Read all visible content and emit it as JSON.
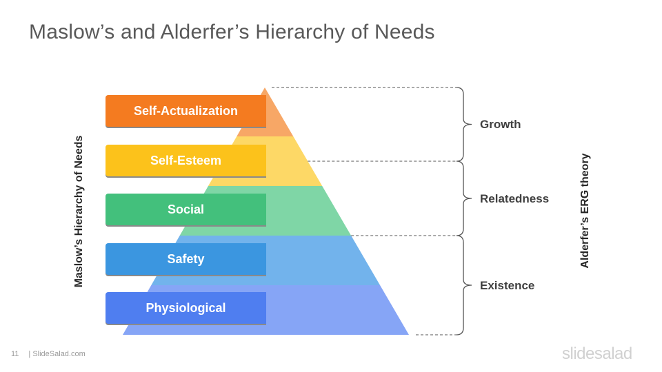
{
  "slide": {
    "title": "Maslow’s and Alderfer’s Hierarchy of Needs",
    "left_axis_label": "Maslow’s Hierarchy of Needs",
    "right_axis_label": "Alderfer’s ERG theory",
    "page_number": "11",
    "footer_text": "| SlideSalad.com",
    "brand": "slidesalad"
  },
  "maslow_levels": [
    {
      "label": "Self-Actualization",
      "color": "#f47b20",
      "tier_color": "#f7a766"
    },
    {
      "label": "Self-Esteem",
      "color": "#fcc21b",
      "tier_color": "#fdd866"
    },
    {
      "label": "Social",
      "color": "#43c07c",
      "tier_color": "#7fd6a6"
    },
    {
      "label": "Safety",
      "color": "#3b96e0",
      "tier_color": "#72b3ec"
    },
    {
      "label": "Physiological",
      "color": "#4f7ef0",
      "tier_color": "#86a5f6"
    }
  ],
  "erg_groups": [
    {
      "label": "Growth"
    },
    {
      "label": "Relatedness"
    },
    {
      "label": "Existence"
    }
  ]
}
